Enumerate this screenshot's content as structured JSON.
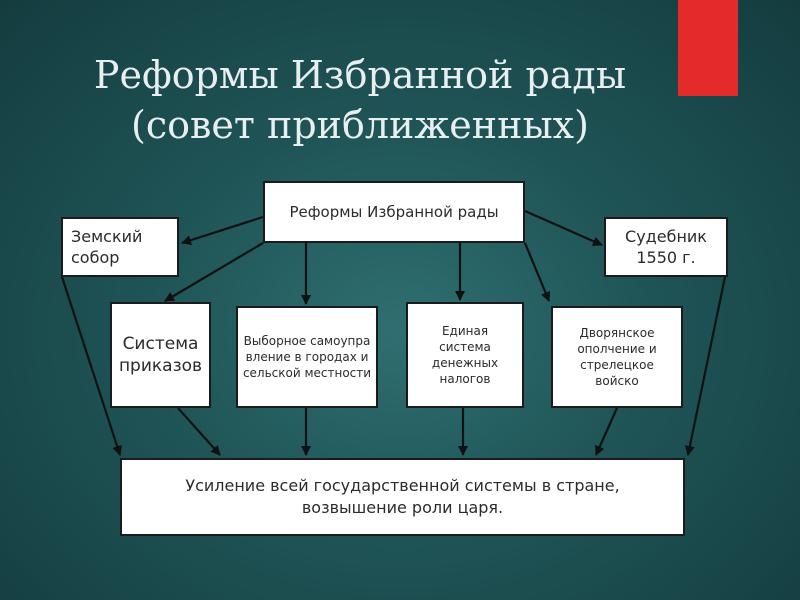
{
  "slide": {
    "title_line1": "Реформы Избранной рады",
    "title_line2": "(совет приближенных)",
    "accent_color": "#e52a2a",
    "background_color": "#1f5456"
  },
  "diagram": {
    "root": "Реформы Избранной рады",
    "zemsky_sobor": "Земский собор",
    "sudebnik": "Судебник 1550 г.",
    "prikazy": "Система приказов",
    "vybornoe": "Выборное самоуправление в городах и сельской местности",
    "edinaya": "Единая система денежных налогов",
    "dvoryanskoe": "Дворянское ополчение и стрелецкое войско",
    "result": "Усиление всей государственной системы в стране, возвышение роли царя."
  }
}
